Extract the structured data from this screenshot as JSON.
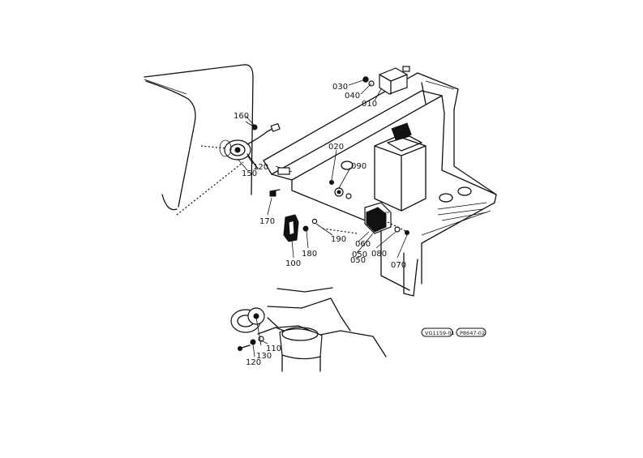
{
  "labels": {
    "l010": "010",
    "l020": "020",
    "l030": "030",
    "l040": "040",
    "l050a": "050",
    "l050b": "050",
    "l060": "060",
    "l070": "070",
    "l080": "080",
    "l090": "090",
    "l100": "100",
    "l110": "110",
    "l120": "120",
    "l130": "130",
    "l150": "150",
    "l160": "160",
    "l170": "170",
    "l180": "180",
    "l190": "190",
    "l200": "120"
  },
  "refs": {
    "ref1": "VG1159-01",
    "ref2": "P8647-02"
  }
}
